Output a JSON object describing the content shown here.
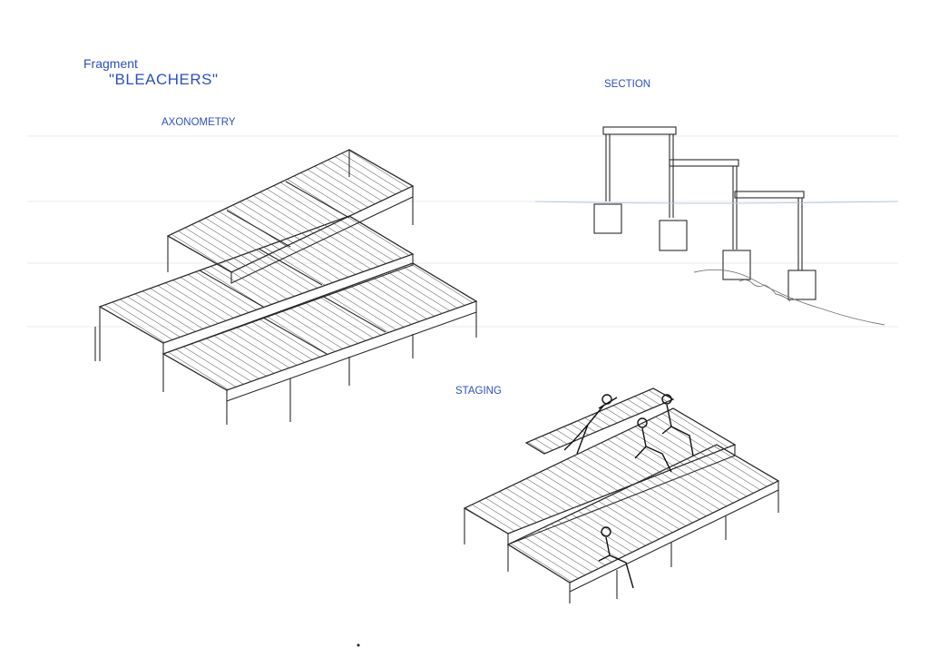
{
  "title": {
    "line1": "Fragment",
    "line2": "\"BLEACHERS\""
  },
  "views": {
    "axonometry": "AXONOMETRY",
    "section": "SECTION",
    "staging": "STAGING"
  },
  "colors": {
    "label": "#2d4fc4",
    "ink": "#222222",
    "sheet": "#ffffff"
  }
}
